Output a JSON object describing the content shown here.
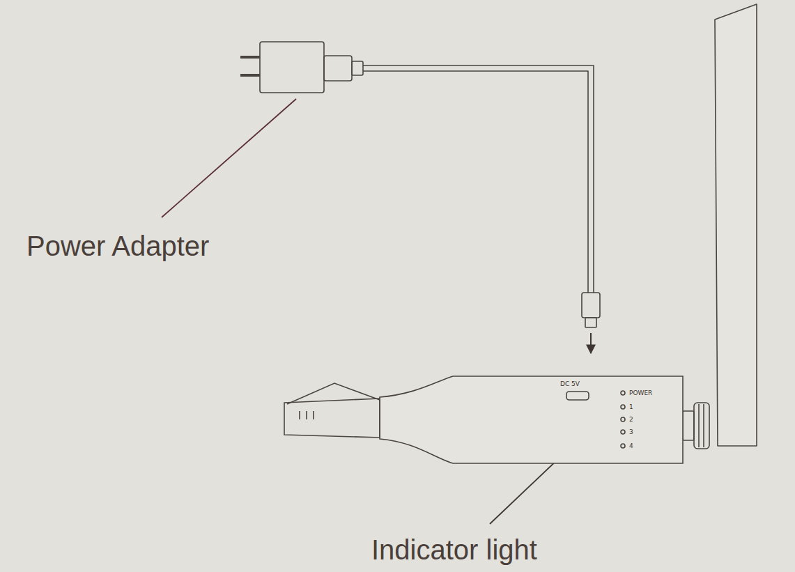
{
  "diagram": {
    "nodes": [
      {
        "text": [
          "DC 5V",
          "POWER",
          "1",
          "2",
          "3",
          "4"
        ]
      }
    ],
    "labels": [
      "Power Adapter",
      "Indicator light"
    ]
  }
}
